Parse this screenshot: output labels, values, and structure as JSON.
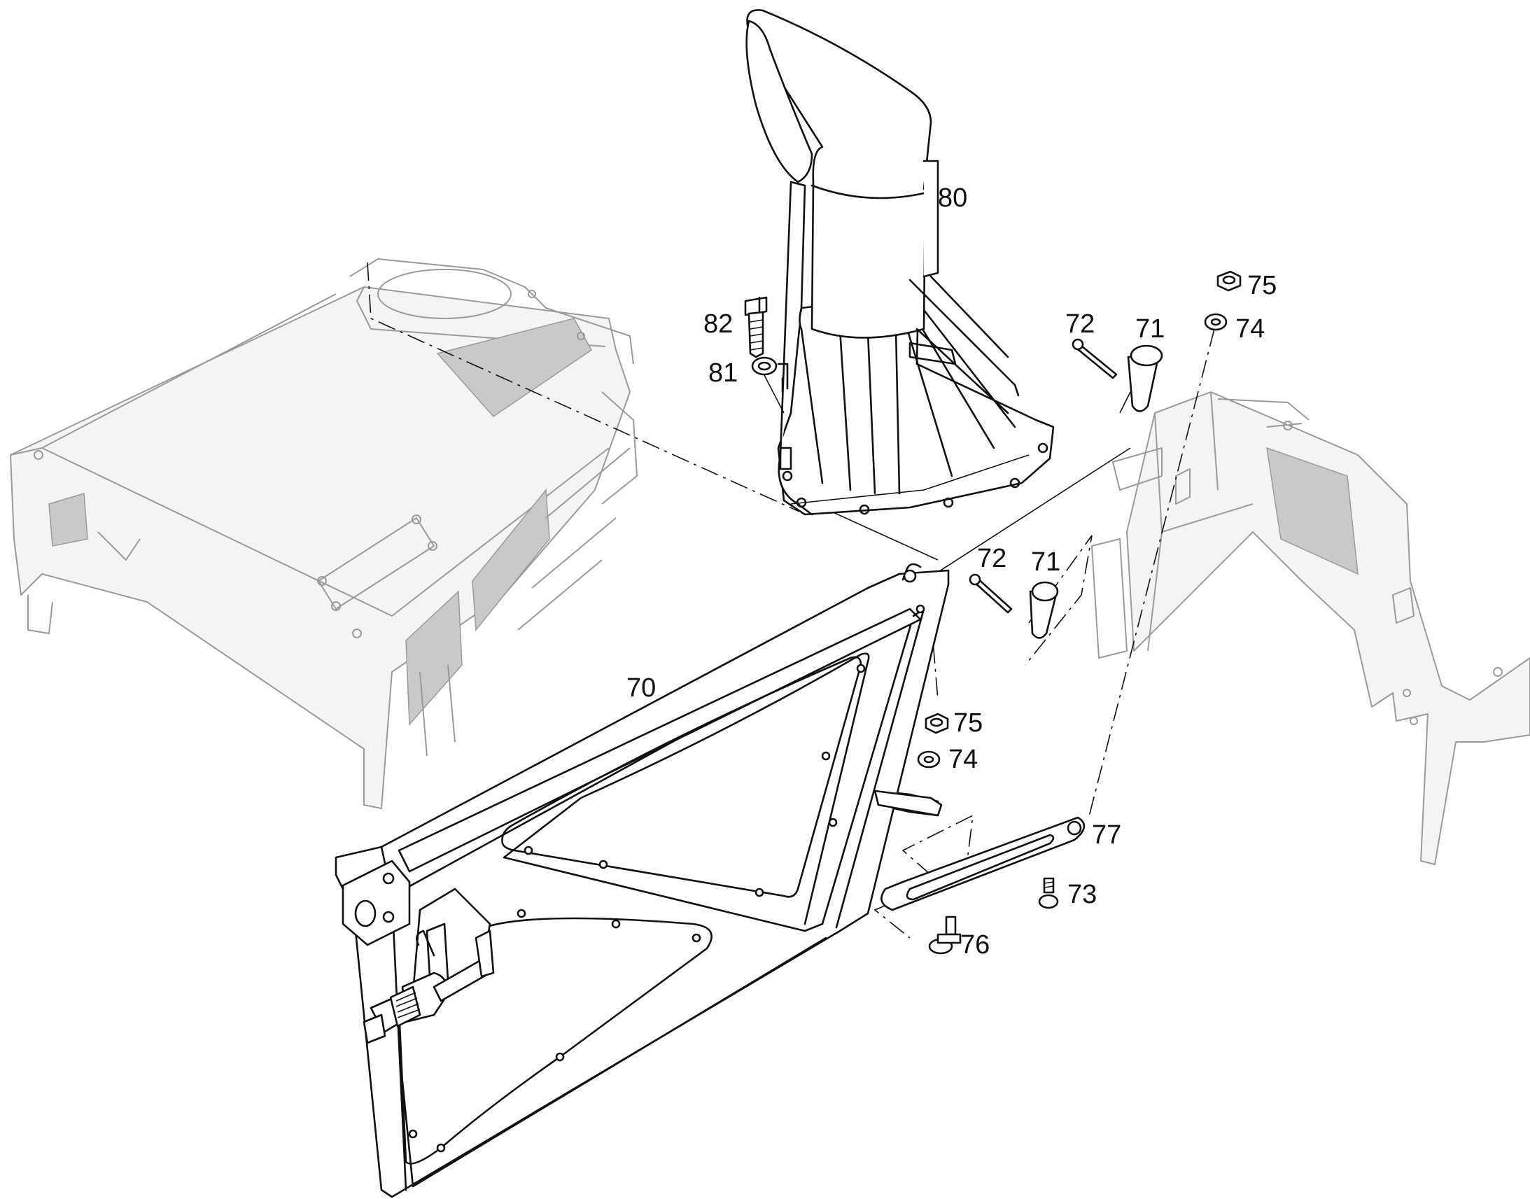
{
  "callouts": [
    {
      "id": "70",
      "label": "70"
    },
    {
      "id": "71a",
      "label": "71"
    },
    {
      "id": "71b",
      "label": "71"
    },
    {
      "id": "72a",
      "label": "72"
    },
    {
      "id": "72b",
      "label": "72"
    },
    {
      "id": "73",
      "label": "73"
    },
    {
      "id": "74a",
      "label": "74"
    },
    {
      "id": "74b",
      "label": "74"
    },
    {
      "id": "75a",
      "label": "75"
    },
    {
      "id": "75b",
      "label": "75"
    },
    {
      "id": "76",
      "label": "76"
    },
    {
      "id": "77",
      "label": "77"
    },
    {
      "id": "80",
      "label": "80"
    },
    {
      "id": "81",
      "label": "81"
    },
    {
      "id": "82",
      "label": "82"
    }
  ]
}
